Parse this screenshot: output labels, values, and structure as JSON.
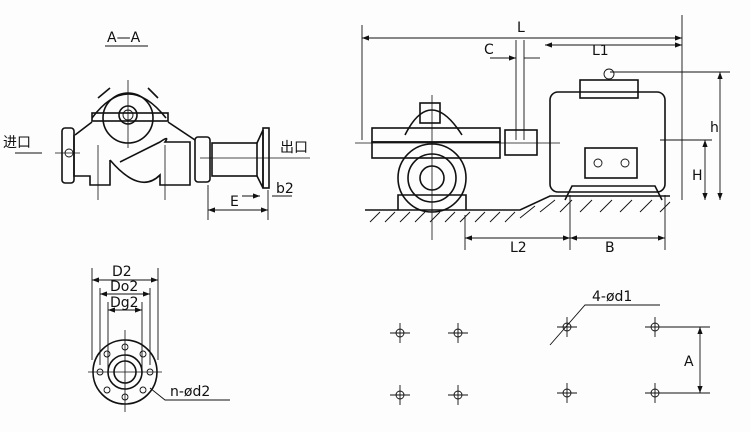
{
  "section_view": {
    "title": "A—A",
    "inlet_label": "进口",
    "outlet_label": "出口",
    "dim_e": "E",
    "dim_b2": "b2"
  },
  "side_view": {
    "dim_l": "L",
    "dim_c": "C",
    "dim_l1": "L1",
    "dim_h_small": "h",
    "dim_h": "H",
    "dim_l2": "L2",
    "dim_b": "B"
  },
  "flange_view": {
    "dim_d2": "D2",
    "dim_do2": "Do2",
    "dim_dg2": "Dg2",
    "bolt_holes": "n-ød2"
  },
  "foundation_view": {
    "bolt_holes": "4-ød1",
    "dim_a": "A"
  }
}
